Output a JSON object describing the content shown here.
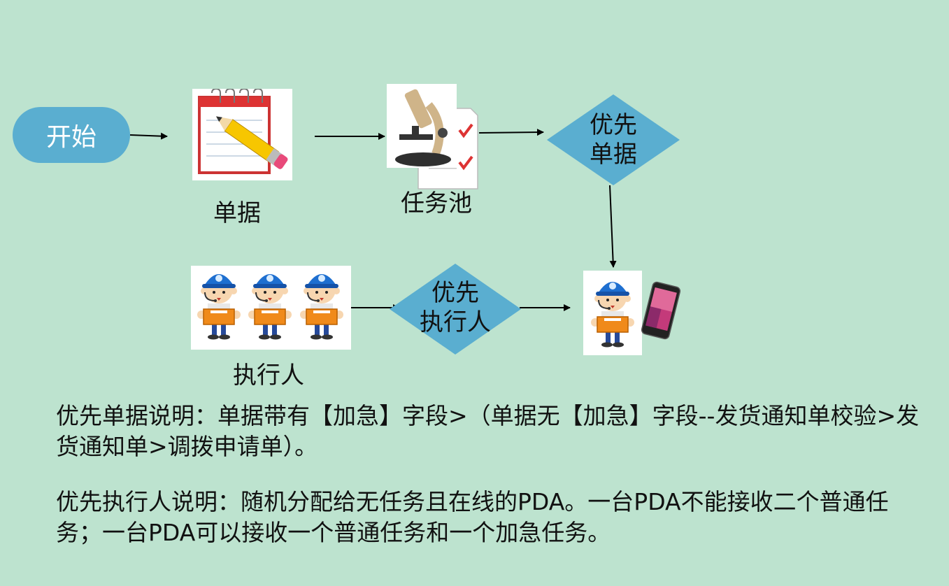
{
  "colors": {
    "background": "#bde3cf",
    "node_fill": "#5aaed0",
    "arrow": "#000000"
  },
  "nodes": {
    "start": "开始",
    "document_label": "单据",
    "task_pool_label": "任务池",
    "priority_document": [
      "优先",
      "单据"
    ],
    "executors_label": "执行人",
    "priority_executor": [
      "优先",
      "执行人"
    ]
  },
  "icons": {
    "document": "notepad-pencil-icon",
    "task_pool": "microscope-checklist-icon",
    "executors": "worker-group-icon",
    "pda_worker": "worker-with-phone-icon"
  },
  "descriptions": {
    "priority_document": "优先单据说明：单据带有【加急】字段>（单据无【加急】字段--发货通知单校验>发货通知单>调拨申请单）。",
    "priority_executor": "优先执行人说明：随机分配给无任务且在线的PDA。一台PDA不能接收二个普通任务；一台PDA可以接收一个普通任务和一个加急任务。"
  }
}
